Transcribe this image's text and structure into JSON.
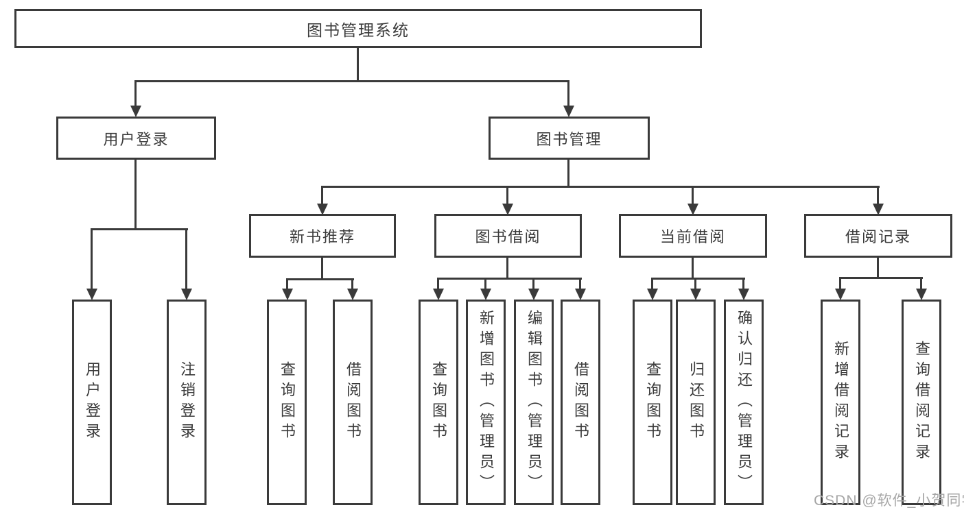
{
  "colors": {
    "line": "#3a3a3a",
    "text": "#3a3a3a",
    "box_bg": "#ffffff",
    "watermark": "#a6a6a6"
  },
  "diagram": {
    "root": {
      "label": "图书管理系统"
    },
    "branches": [
      {
        "label": "用户登录",
        "children": [
          {
            "label": "用户登录"
          },
          {
            "label": "注销登录"
          }
        ]
      },
      {
        "label": "图书管理",
        "children": [
          {
            "label": "新书推荐",
            "children": [
              {
                "label": "查询图书"
              },
              {
                "label": "借阅图书"
              }
            ]
          },
          {
            "label": "图书借阅",
            "children": [
              {
                "label": "查询图书"
              },
              {
                "label": "新增图书（管理员）"
              },
              {
                "label": "编辑图书（管理员）"
              },
              {
                "label": "借阅图书"
              }
            ]
          },
          {
            "label": "当前借阅",
            "children": [
              {
                "label": "查询图书"
              },
              {
                "label": "归还图书"
              },
              {
                "label": "确认归还（管理员）"
              }
            ]
          },
          {
            "label": "借阅记录",
            "children": [
              {
                "label": "新增借阅记录"
              },
              {
                "label": "查询借阅记录"
              }
            ]
          }
        ]
      }
    ]
  },
  "watermark": {
    "text": "CSDN @软件_小贺同学"
  }
}
